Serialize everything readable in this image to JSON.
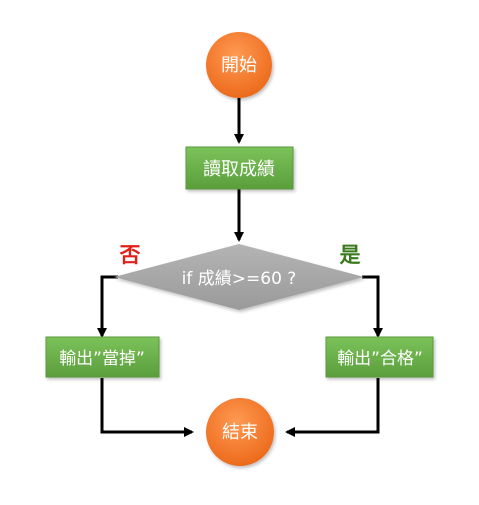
{
  "diagram": {
    "start": "開始",
    "read": "讀取成績",
    "decision": "if 成績>=60 ?",
    "no_label": "否",
    "yes_label": "是",
    "fail_output": "輸出”當掉”",
    "pass_output": "輸出”合格”",
    "end": "結束"
  },
  "colors": {
    "oval": "#f07a2a",
    "oval_edge": "#e86a1a",
    "rect": "#6ab04c",
    "rect_edge": "#4f8f34",
    "diamond": "#a8a8a8",
    "arrow": "#000000",
    "no_label": "#e0201a",
    "yes_label": "#3a7a1e"
  }
}
